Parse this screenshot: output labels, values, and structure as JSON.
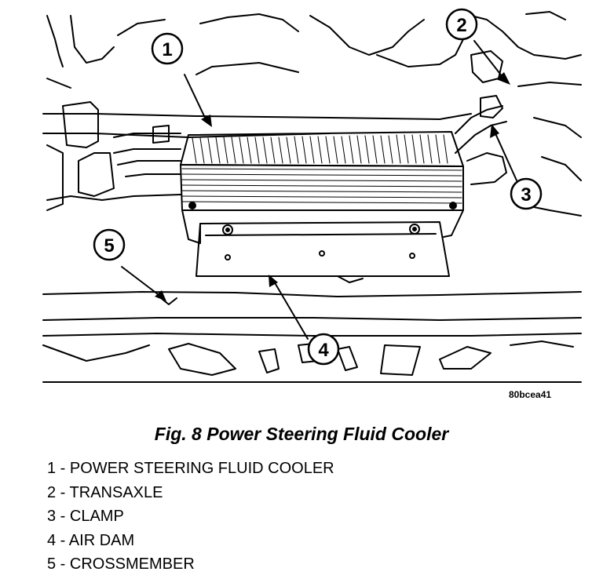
{
  "figure": {
    "image_code": "80bcea41",
    "callouts": [
      "1",
      "2",
      "3",
      "4",
      "5"
    ]
  },
  "caption": "Fig. 8 Power Steering Fluid Cooler",
  "legend": [
    {
      "number": "1",
      "label": "1 - POWER STEERING FLUID COOLER"
    },
    {
      "number": "2",
      "label": "2 - TRANSAXLE"
    },
    {
      "number": "3",
      "label": "3 - CLAMP"
    },
    {
      "number": "4",
      "label": "4 - AIR DAM"
    },
    {
      "number": "5",
      "label": "5 - CROSSMEMBER"
    }
  ]
}
